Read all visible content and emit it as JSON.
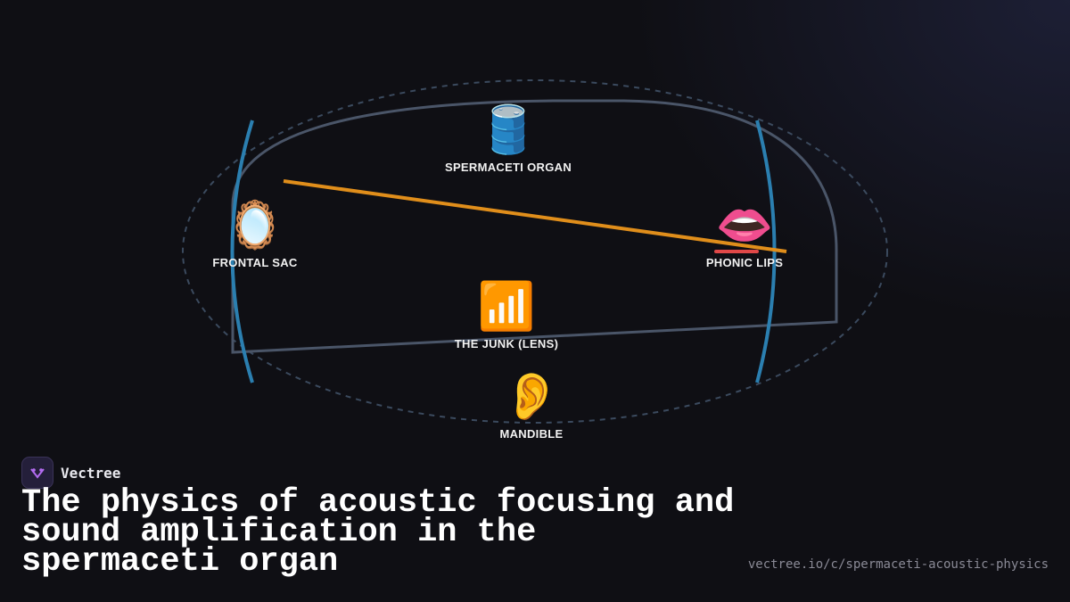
{
  "diagram": {
    "nodes": [
      {
        "id": "spermaceti",
        "emoji": "🛢️",
        "label": "SPERMACETI ORGAN"
      },
      {
        "id": "frontal",
        "emoji": "🪞",
        "label": "FRONTAL SAC"
      },
      {
        "id": "phonic",
        "emoji": "👄",
        "label": "PHONIC LIPS"
      },
      {
        "id": "junk",
        "emoji": "📶",
        "label": "THE JUNK (LENS)"
      },
      {
        "id": "mandible",
        "emoji": "👂",
        "label": "MANDIBLE"
      }
    ],
    "colors": {
      "outline": "#4a5568",
      "dashed": "#3b4a5e",
      "arcs": "#2b7fb0",
      "beam": "#e08e1b",
      "lips_mark": "#e04848"
    }
  },
  "footer": {
    "brand": "Vectree",
    "title": "The physics of acoustic focusing and sound amplification in the spermaceti organ",
    "url": "vectree.io/c/spermaceti-acoustic-physics"
  }
}
